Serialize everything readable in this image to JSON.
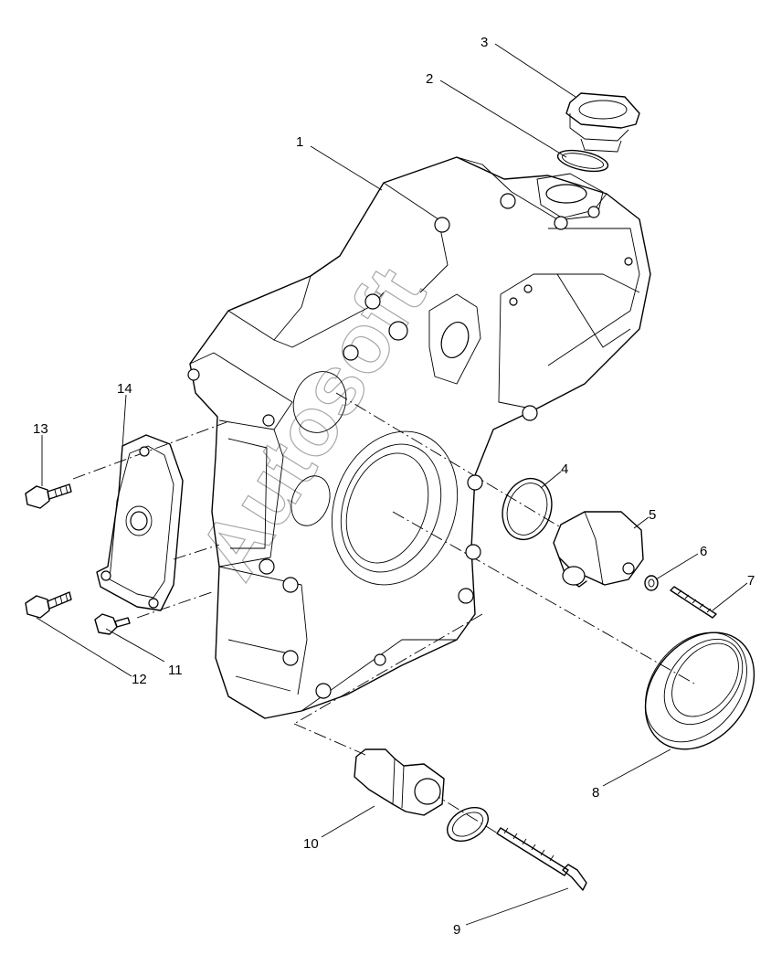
{
  "watermark": "Autosoft",
  "callouts": [
    {
      "id": "1",
      "label": "1"
    },
    {
      "id": "2",
      "label": "2"
    },
    {
      "id": "3",
      "label": "3"
    },
    {
      "id": "4",
      "label": "4"
    },
    {
      "id": "5",
      "label": "5"
    },
    {
      "id": "6",
      "label": "6"
    },
    {
      "id": "7",
      "label": "7"
    },
    {
      "id": "8",
      "label": "8"
    },
    {
      "id": "9",
      "label": "9"
    },
    {
      "id": "10",
      "label": "10"
    },
    {
      "id": "11",
      "label": "11"
    },
    {
      "id": "12",
      "label": "12"
    },
    {
      "id": "13",
      "label": "13"
    },
    {
      "id": "14",
      "label": "14"
    }
  ]
}
